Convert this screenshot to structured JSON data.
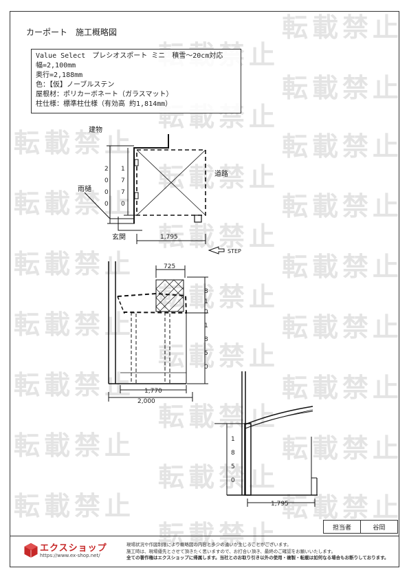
{
  "watermark": "転載禁止",
  "title": "カーポート　施工概略図",
  "spec_lines": [
    "Value Select　プレシオスポート ミニ　積雪～20cm対応",
    "幅=2,100mm",
    "奥行=2,188mm",
    "色：【仮】ノーブルステン",
    "屋根材：ポリカーボネート（ガラスマット）",
    "柱仕様：標準柱仕様（有効高 約1,814mm）"
  ],
  "plan": {
    "building_label": "建物",
    "road_label": "道路",
    "gutter_label": "雨樋",
    "entrance_label": "玄関",
    "step_label": "STEP",
    "height_dim_1": [
      "2",
      "0",
      "0",
      "0"
    ],
    "height_dim_2": [
      "1",
      "7",
      "7",
      "0"
    ],
    "width_dim": "1,795"
  },
  "front": {
    "top_dim": "725",
    "side_dim_top": [
      "8",
      "1",
      "0"
    ],
    "side_dim_bottom": [
      "1",
      "8",
      "5",
      "0"
    ],
    "bottom_dim_1": "1,770",
    "bottom_dim_2": "2,000"
  },
  "side": {
    "height_dim": [
      "1",
      "8",
      "5",
      "0"
    ],
    "bottom_dim": "1,795"
  },
  "signature": {
    "label": "担当者",
    "name": "谷岡"
  },
  "footer": {
    "brand": "エクスショップ",
    "url": "https://www.ex-shop.net/",
    "notes": [
      "現場状況や作図制限により概略図の内容と多少の違いが生じることがございます。",
      "施工時は、現場優先とさせて頂きたく思いますので、お打合い頂き、最終のご確認をお願いいたします。",
      "全ての著作権はエクスショップに帰属します。当社とのお取り引き以外の使用・複製・転載は如何なる場合もお断りしております。"
    ]
  }
}
